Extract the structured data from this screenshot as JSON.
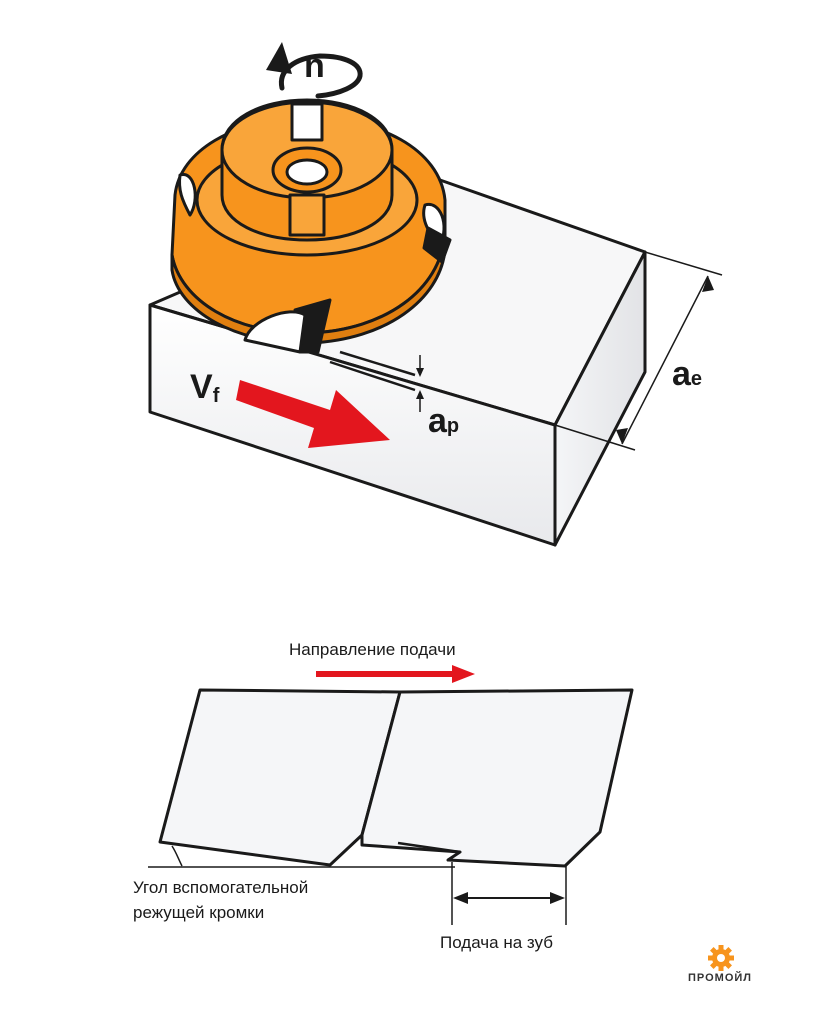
{
  "top_diagram": {
    "rotation_label": "n",
    "feed_velocity_label": {
      "main": "V",
      "sub": "f"
    },
    "depth_label": {
      "main": "a",
      "sub": "p"
    },
    "width_label": {
      "main": "a",
      "sub": "e"
    }
  },
  "bottom_diagram": {
    "feed_direction_label": "Направление подачи",
    "secondary_edge_angle_label_line1": "Угол вспомогательной",
    "secondary_edge_angle_label_line2": "режущей кромки",
    "feed_per_tooth_label": "Подача на зуб"
  },
  "logo": {
    "text": "ПРОМОЙЛ"
  },
  "colors": {
    "cutter_orange": "#f7941d",
    "arrow_red": "#e3161e",
    "outline": "#1a1a1a",
    "block_fill": "#f3f4f6"
  },
  "icons": [
    "rotation-arrow-icon",
    "feed-arrow-icon",
    "gear-logo-icon"
  ]
}
